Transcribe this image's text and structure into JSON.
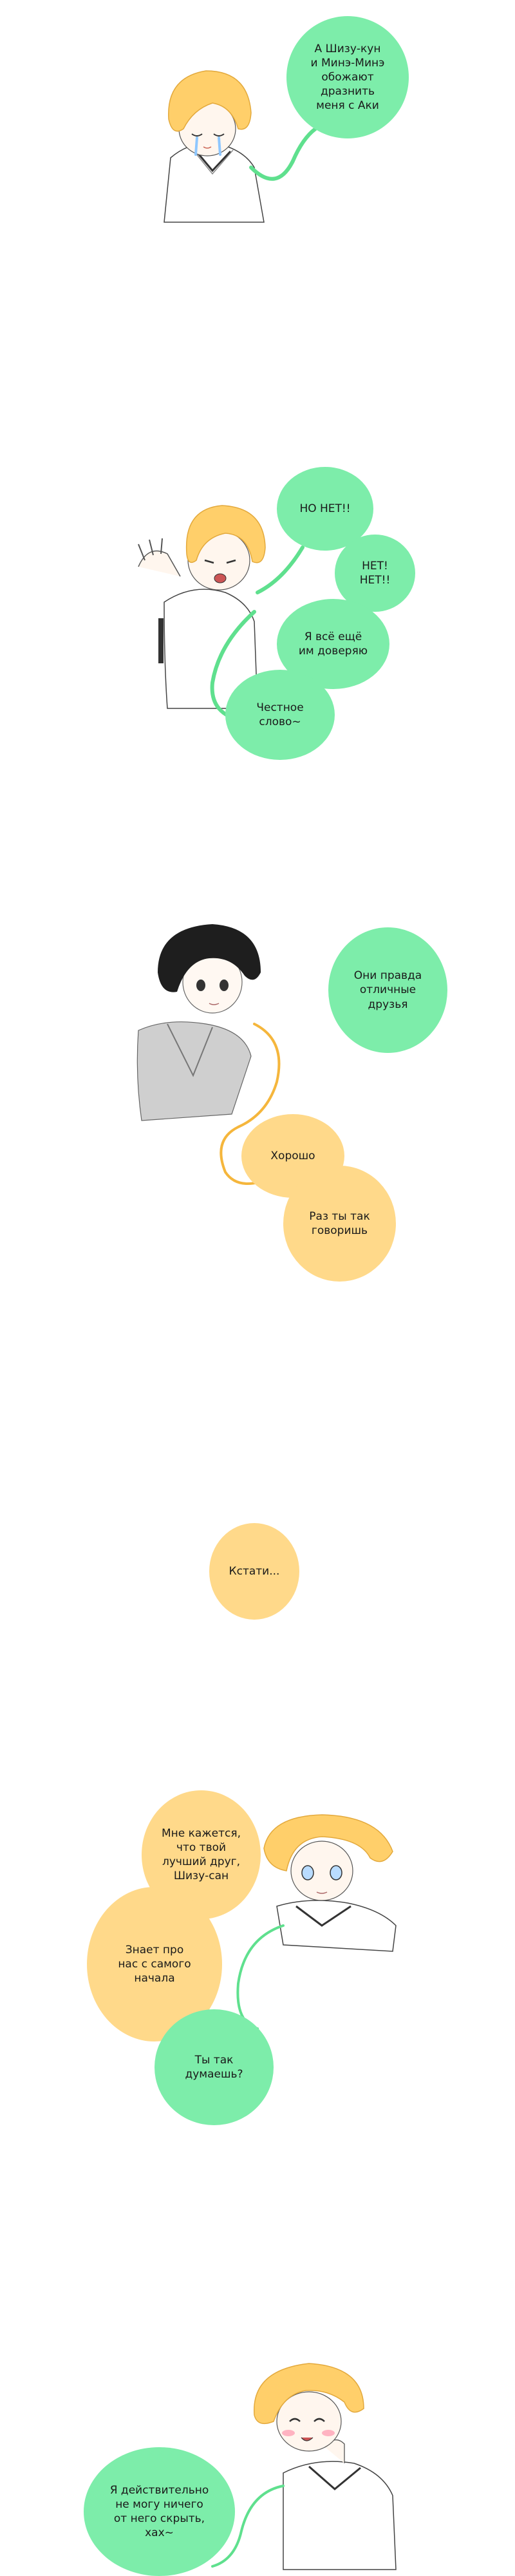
{
  "colors": {
    "green_bubble": "#7dedaa",
    "yellow_bubble": "#ffd98a",
    "hair_blond": "#ffcf6a",
    "hair_dark": "#1e1e1e",
    "tail_green": "#5fe08e",
    "tail_yellow": "#f5b63c"
  },
  "panels": [
    {
      "bubbles": [
        {
          "text": "А Шизу-кун\nи Минэ-Минэ\nобожают\nдразнить\nменя с Аки",
          "color": "green"
        }
      ]
    },
    {
      "bubbles": [
        {
          "text": "НО НЕТ!!",
          "color": "green"
        },
        {
          "text": "НЕТ!\nНЕТ!!",
          "color": "green"
        },
        {
          "text": "Я всё ещё\nим доверяю",
          "color": "green"
        },
        {
          "text": "Честное\nслово~",
          "color": "green"
        }
      ]
    },
    {
      "bubbles": [
        {
          "text": "Они правда\nотличные\nдрузья",
          "color": "green"
        },
        {
          "text": "Хорошо",
          "color": "yellow"
        },
        {
          "text": "Раз ты так\nговоришь",
          "color": "yellow"
        }
      ]
    },
    {
      "bubbles": [
        {
          "text": "Кстати...",
          "color": "yellow"
        }
      ]
    },
    {
      "bubbles": [
        {
          "text": "Мне кажется,\nчто твой\nлучший друг,\nШизу-сан",
          "color": "yellow"
        },
        {
          "text": "Знает про\nнас с самого\nначала",
          "color": "yellow"
        },
        {
          "text": "Ты так\nдумаешь?",
          "color": "green"
        }
      ]
    },
    {
      "bubbles": [
        {
          "text": "Я действительно\nне могу ничего\nот него скрыть,\nхах~",
          "color": "green"
        }
      ]
    }
  ]
}
